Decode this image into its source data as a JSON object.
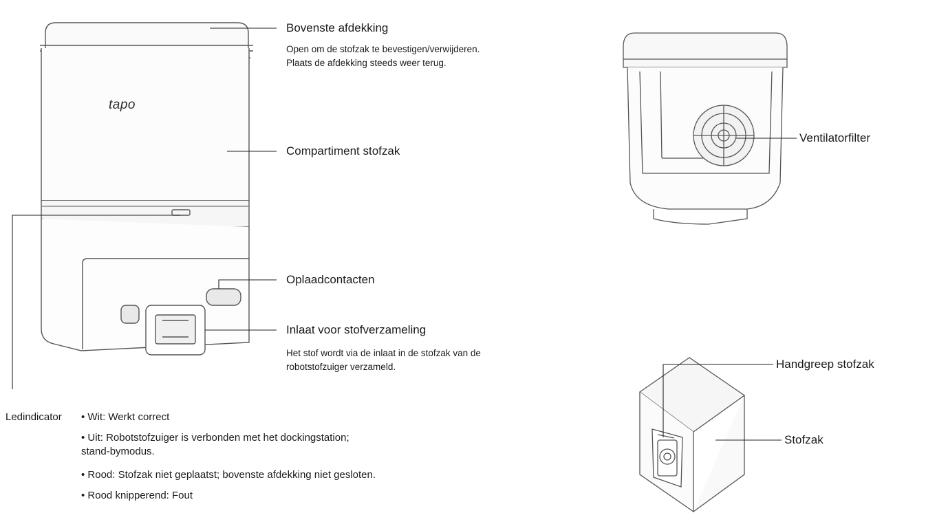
{
  "dock": {
    "brand": "tapo",
    "callouts": {
      "top_cover": {
        "label": "Bovenste afdekking",
        "desc_1": "Open om de stofzak te bevestigen/verwijderen.",
        "desc_2": "Plaats de afdekking steeds weer terug."
      },
      "bag_compartment": {
        "label": "Compartiment stofzak"
      },
      "charging_contacts": {
        "label": "Oplaadcontacten"
      },
      "dust_inlet": {
        "label": "Inlaat voor stofverzameling",
        "desc_1": "Het stof wordt via de inlaat in de stofzak van de",
        "desc_2": "robotstofzuiger verzameld."
      }
    }
  },
  "led": {
    "label": "Ledindicator",
    "items": [
      {
        "text": "• Wit: Werkt correct"
      },
      {
        "text": "• Uit: Robotstofzuiger is verbonden met het dockingstation;",
        "cont": "stand-bymodus."
      },
      {
        "text": "• Rood: Stofzak niet geplaatst; bovenste afdekking niet gesloten."
      },
      {
        "text": "• Rood knipperend: Fout"
      }
    ]
  },
  "fan": {
    "label": "Ventilatorfilter"
  },
  "bag": {
    "handle_label": "Handgreep stofzak",
    "bag_label": "Stofzak"
  }
}
